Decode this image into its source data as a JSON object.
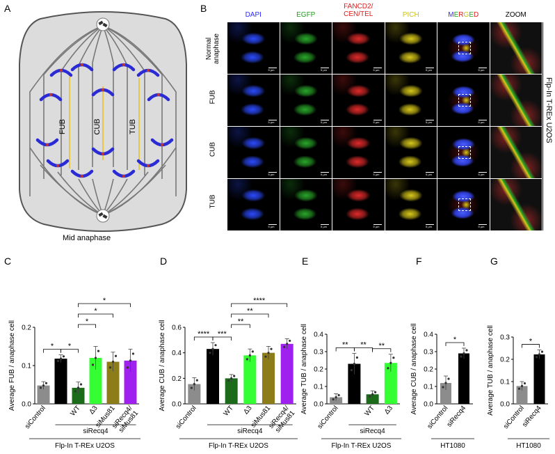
{
  "panel_letters": [
    "A",
    "B",
    "C",
    "D",
    "E",
    "F",
    "G"
  ],
  "diagram_A": {
    "labels": [
      "FUB",
      "CUB",
      "TUB"
    ],
    "caption": "Mid anaphase",
    "colors": {
      "cell": "#dcdcdc",
      "outline": "#555555",
      "chromosome": "#2b2bd6",
      "centromere": "#c0392b",
      "bridge": "#e6c229",
      "spindle": "#777777"
    }
  },
  "micro_B": {
    "columns": [
      {
        "label": "DAPI",
        "color": "#2b2bff"
      },
      {
        "label": "EGFP",
        "color": "#1aa31a"
      },
      {
        "label": "FANCD2/\nCEN/TEL",
        "color": "#e01a1a"
      },
      {
        "label": "PICH",
        "color": "#c9c21a"
      },
      {
        "label": "MERGED",
        "color": "multi"
      },
      {
        "label": "ZOOM",
        "color": "#000000"
      }
    ],
    "merged_letters": [
      {
        "ch": "M",
        "color": "#2b2bff"
      },
      {
        "ch": "E",
        "color": "#1aa31a"
      },
      {
        "ch": "R",
        "color": "#e01a1a"
      },
      {
        "ch": "G",
        "color": "#c9c21a"
      },
      {
        "ch": "E",
        "color": "#1aa31a"
      },
      {
        "ch": "D",
        "color": "#e01a1a"
      }
    ],
    "rows": [
      "Normal\nanaphase",
      "FUB",
      "CUB",
      "TUB"
    ],
    "scale_label": "5 µm",
    "side_label": "Flp-In T-REx U2OS"
  },
  "chart_data": [
    {
      "panel": "C",
      "type": "bar",
      "ylabel": "Average FUB / anaphase cell",
      "ylim": [
        0,
        0.2
      ],
      "yticks": [
        "0.0",
        "0.1",
        "0.2"
      ],
      "categories": [
        "siControl",
        "WT",
        "Δ3",
        "siMus81",
        "siRecq4/\nsiMus81"
      ],
      "values": [
        0.048,
        0.118,
        0.042,
        0.12,
        0.11,
        0.113
      ],
      "bar_labels": [
        "siControl",
        "",
        "WT",
        "Δ3",
        "siMus81",
        "siRecq4/\nsiMus81"
      ],
      "errors": [
        0.01,
        0.01,
        0.015,
        0.03,
        0.025,
        0.03
      ],
      "colors": [
        "#8c8c8c",
        "#000000",
        "#1b6b1b",
        "#33ff33",
        "#8c7c1a",
        "#a020f0"
      ],
      "group_label": "siRecq4",
      "cell_line": "Flp-In T-REx U2OS",
      "significance": [
        [
          "*",
          0,
          1
        ],
        [
          "*",
          1,
          2
        ],
        [
          "*",
          2,
          3
        ],
        [
          "*",
          2,
          4
        ],
        [
          "*",
          2,
          5
        ]
      ]
    },
    {
      "panel": "D",
      "type": "bar",
      "ylabel": "Average CUB / anaphase cell",
      "ylim": [
        0,
        0.6
      ],
      "yticks": [
        "0.0",
        "0.2",
        "0.4",
        "0.6"
      ],
      "values": [
        0.155,
        0.43,
        0.2,
        0.38,
        0.4,
        0.47
      ],
      "bar_labels": [
        "siControl",
        "",
        "WT",
        "Δ3",
        "siMus81",
        "siRecq4/\nsiMus81"
      ],
      "errors": [
        0.05,
        0.05,
        0.03,
        0.05,
        0.05,
        0.04
      ],
      "colors": [
        "#8c8c8c",
        "#000000",
        "#1b6b1b",
        "#33ff33",
        "#8c7c1a",
        "#a020f0"
      ],
      "group_label": "siRecq4",
      "cell_line": "Flp-In T-REx U2OS",
      "significance": [
        [
          "****",
          0,
          1
        ],
        [
          "***",
          1,
          2
        ],
        [
          "**",
          2,
          3
        ],
        [
          "**",
          2,
          4
        ],
        [
          "****",
          2,
          5
        ]
      ]
    },
    {
      "panel": "E",
      "type": "bar",
      "ylabel": "Average TUB / anaphase cell",
      "ylim": [
        0,
        0.4
      ],
      "yticks": [
        "0.0",
        "0.1",
        "0.2",
        "0.3",
        "0.4"
      ],
      "values": [
        0.038,
        0.23,
        0.055,
        0.235
      ],
      "bar_labels": [
        "siControl",
        "",
        "WT",
        "Δ3"
      ],
      "errors": [
        0.02,
        0.06,
        0.02,
        0.05
      ],
      "colors": [
        "#8c8c8c",
        "#000000",
        "#1b6b1b",
        "#33ff33"
      ],
      "group_label": "siRecq4",
      "cell_line": "Flp-In T-REx U2OS",
      "significance": [
        [
          "**",
          0,
          1
        ],
        [
          "**",
          1,
          2
        ],
        [
          "**",
          2,
          3
        ]
      ]
    },
    {
      "panel": "F",
      "type": "bar",
      "ylabel": "Average CUB / anaphase cell",
      "ylim": [
        0,
        0.4
      ],
      "yticks": [
        "0.0",
        "0.1",
        "0.2",
        "0.3",
        "0.4"
      ],
      "values": [
        0.12,
        0.29
      ],
      "bar_labels": [
        "siControl",
        "siRecq4"
      ],
      "errors": [
        0.04,
        0.03
      ],
      "colors": [
        "#8c8c8c",
        "#000000"
      ],
      "group_label": "",
      "cell_line": "HT1080",
      "significance": [
        [
          "*",
          0,
          1
        ]
      ]
    },
    {
      "panel": "G",
      "type": "bar",
      "ylabel": "Average TUB / anaphase cell",
      "ylim": [
        0,
        0.3
      ],
      "yticks": [
        "0.0",
        "0.1",
        "0.2",
        "0.3"
      ],
      "values": [
        0.08,
        0.222
      ],
      "bar_labels": [
        "siControl",
        "siRecq4"
      ],
      "errors": [
        0.02,
        0.02
      ],
      "colors": [
        "#8c8c8c",
        "#000000"
      ],
      "group_label": "",
      "cell_line": "HT1080",
      "significance": [
        [
          "*",
          0,
          1
        ]
      ]
    }
  ]
}
